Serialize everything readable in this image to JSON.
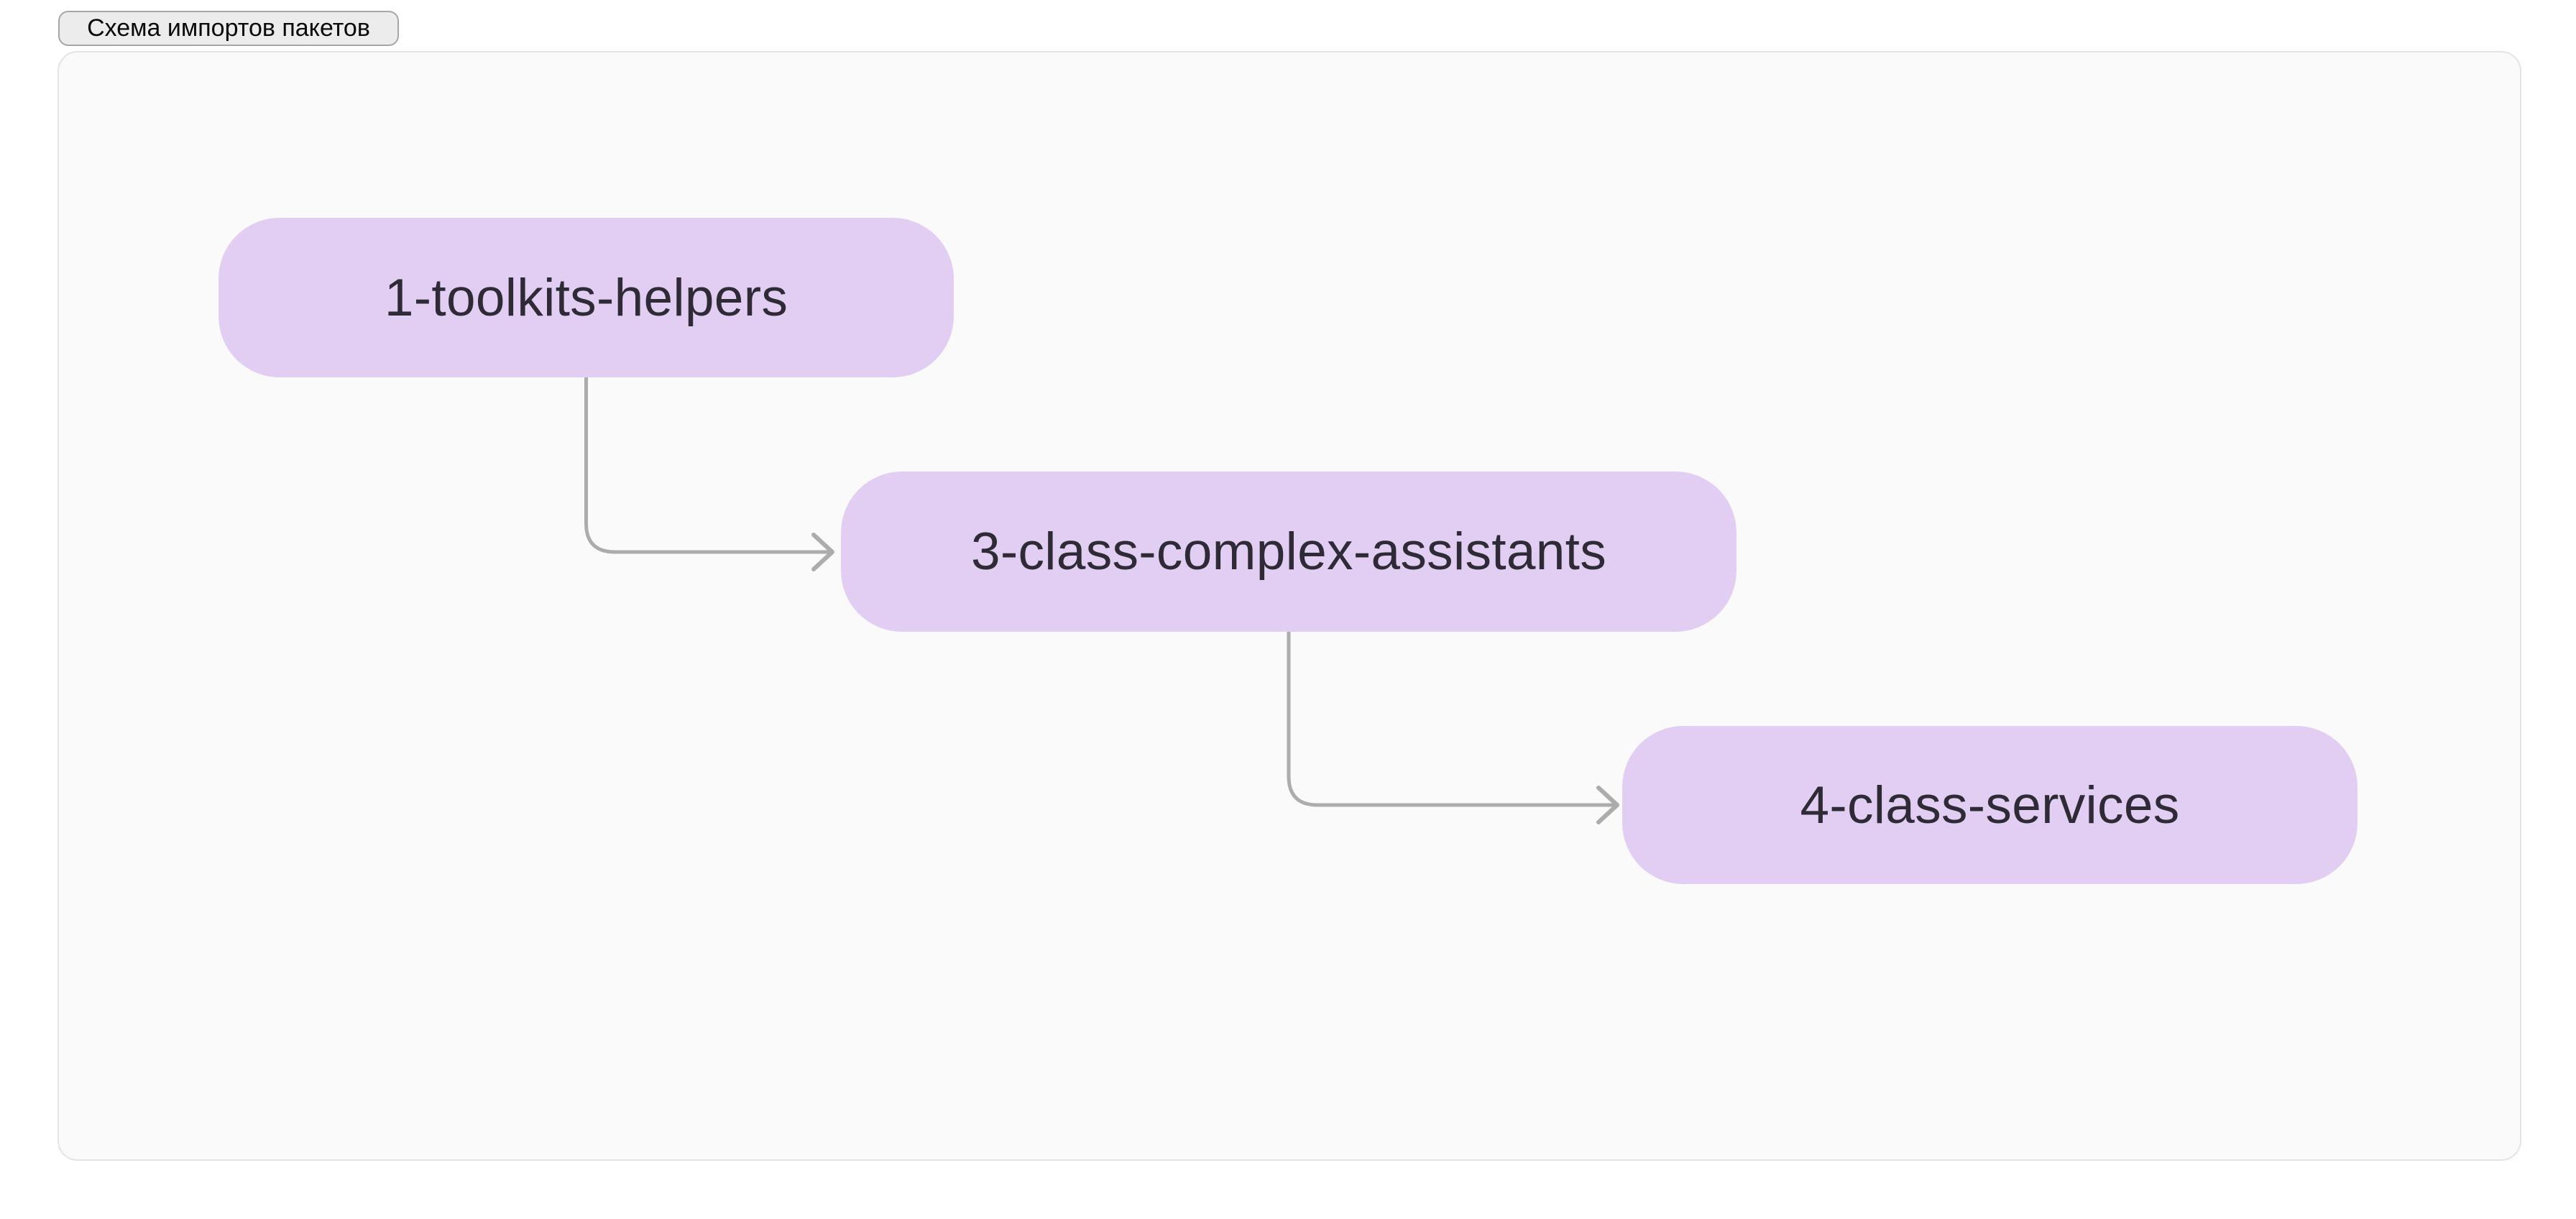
{
  "toolbar": {
    "diagram_button_label": "Схема импортов пакетов"
  },
  "diagram": {
    "type": "flowchart",
    "title": "Схема импортов пакетов",
    "nodes": [
      {
        "id": "n1",
        "label": "1-toolkits-helpers"
      },
      {
        "id": "n2",
        "label": "3-class-complex-assistants"
      },
      {
        "id": "n3",
        "label": "4-class-services"
      }
    ],
    "edges": [
      {
        "from": "1-toolkits-helpers",
        "to": "3-class-complex-assistants",
        "style": "elbow-down-right-arrow"
      },
      {
        "from": "3-class-complex-assistants",
        "to": "4-class-services",
        "style": "elbow-down-right-arrow"
      }
    ]
  },
  "theme": {
    "canvas_bg": "#fafafa",
    "canvas_border": "#e4e4e4",
    "node_fill": "#e2cef3",
    "node_text": "#2e2b36",
    "edge_color": "#acacac",
    "button_bg": "#ececec",
    "button_border": "#a6a6a6",
    "button_text": "#0a0a0a",
    "page_bg": "#ffffff"
  }
}
